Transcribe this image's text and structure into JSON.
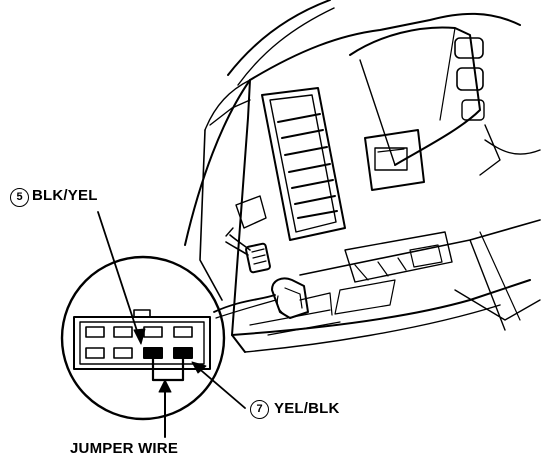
{
  "labels": {
    "pin_top": {
      "number": "5",
      "text": "BLK/YEL"
    },
    "pin_bottom": {
      "number": "7",
      "text": "YEL/BLK"
    },
    "jumper": "JUMPER WIRE"
  },
  "colors": {
    "ink": "#000000",
    "paper": "#ffffff"
  }
}
